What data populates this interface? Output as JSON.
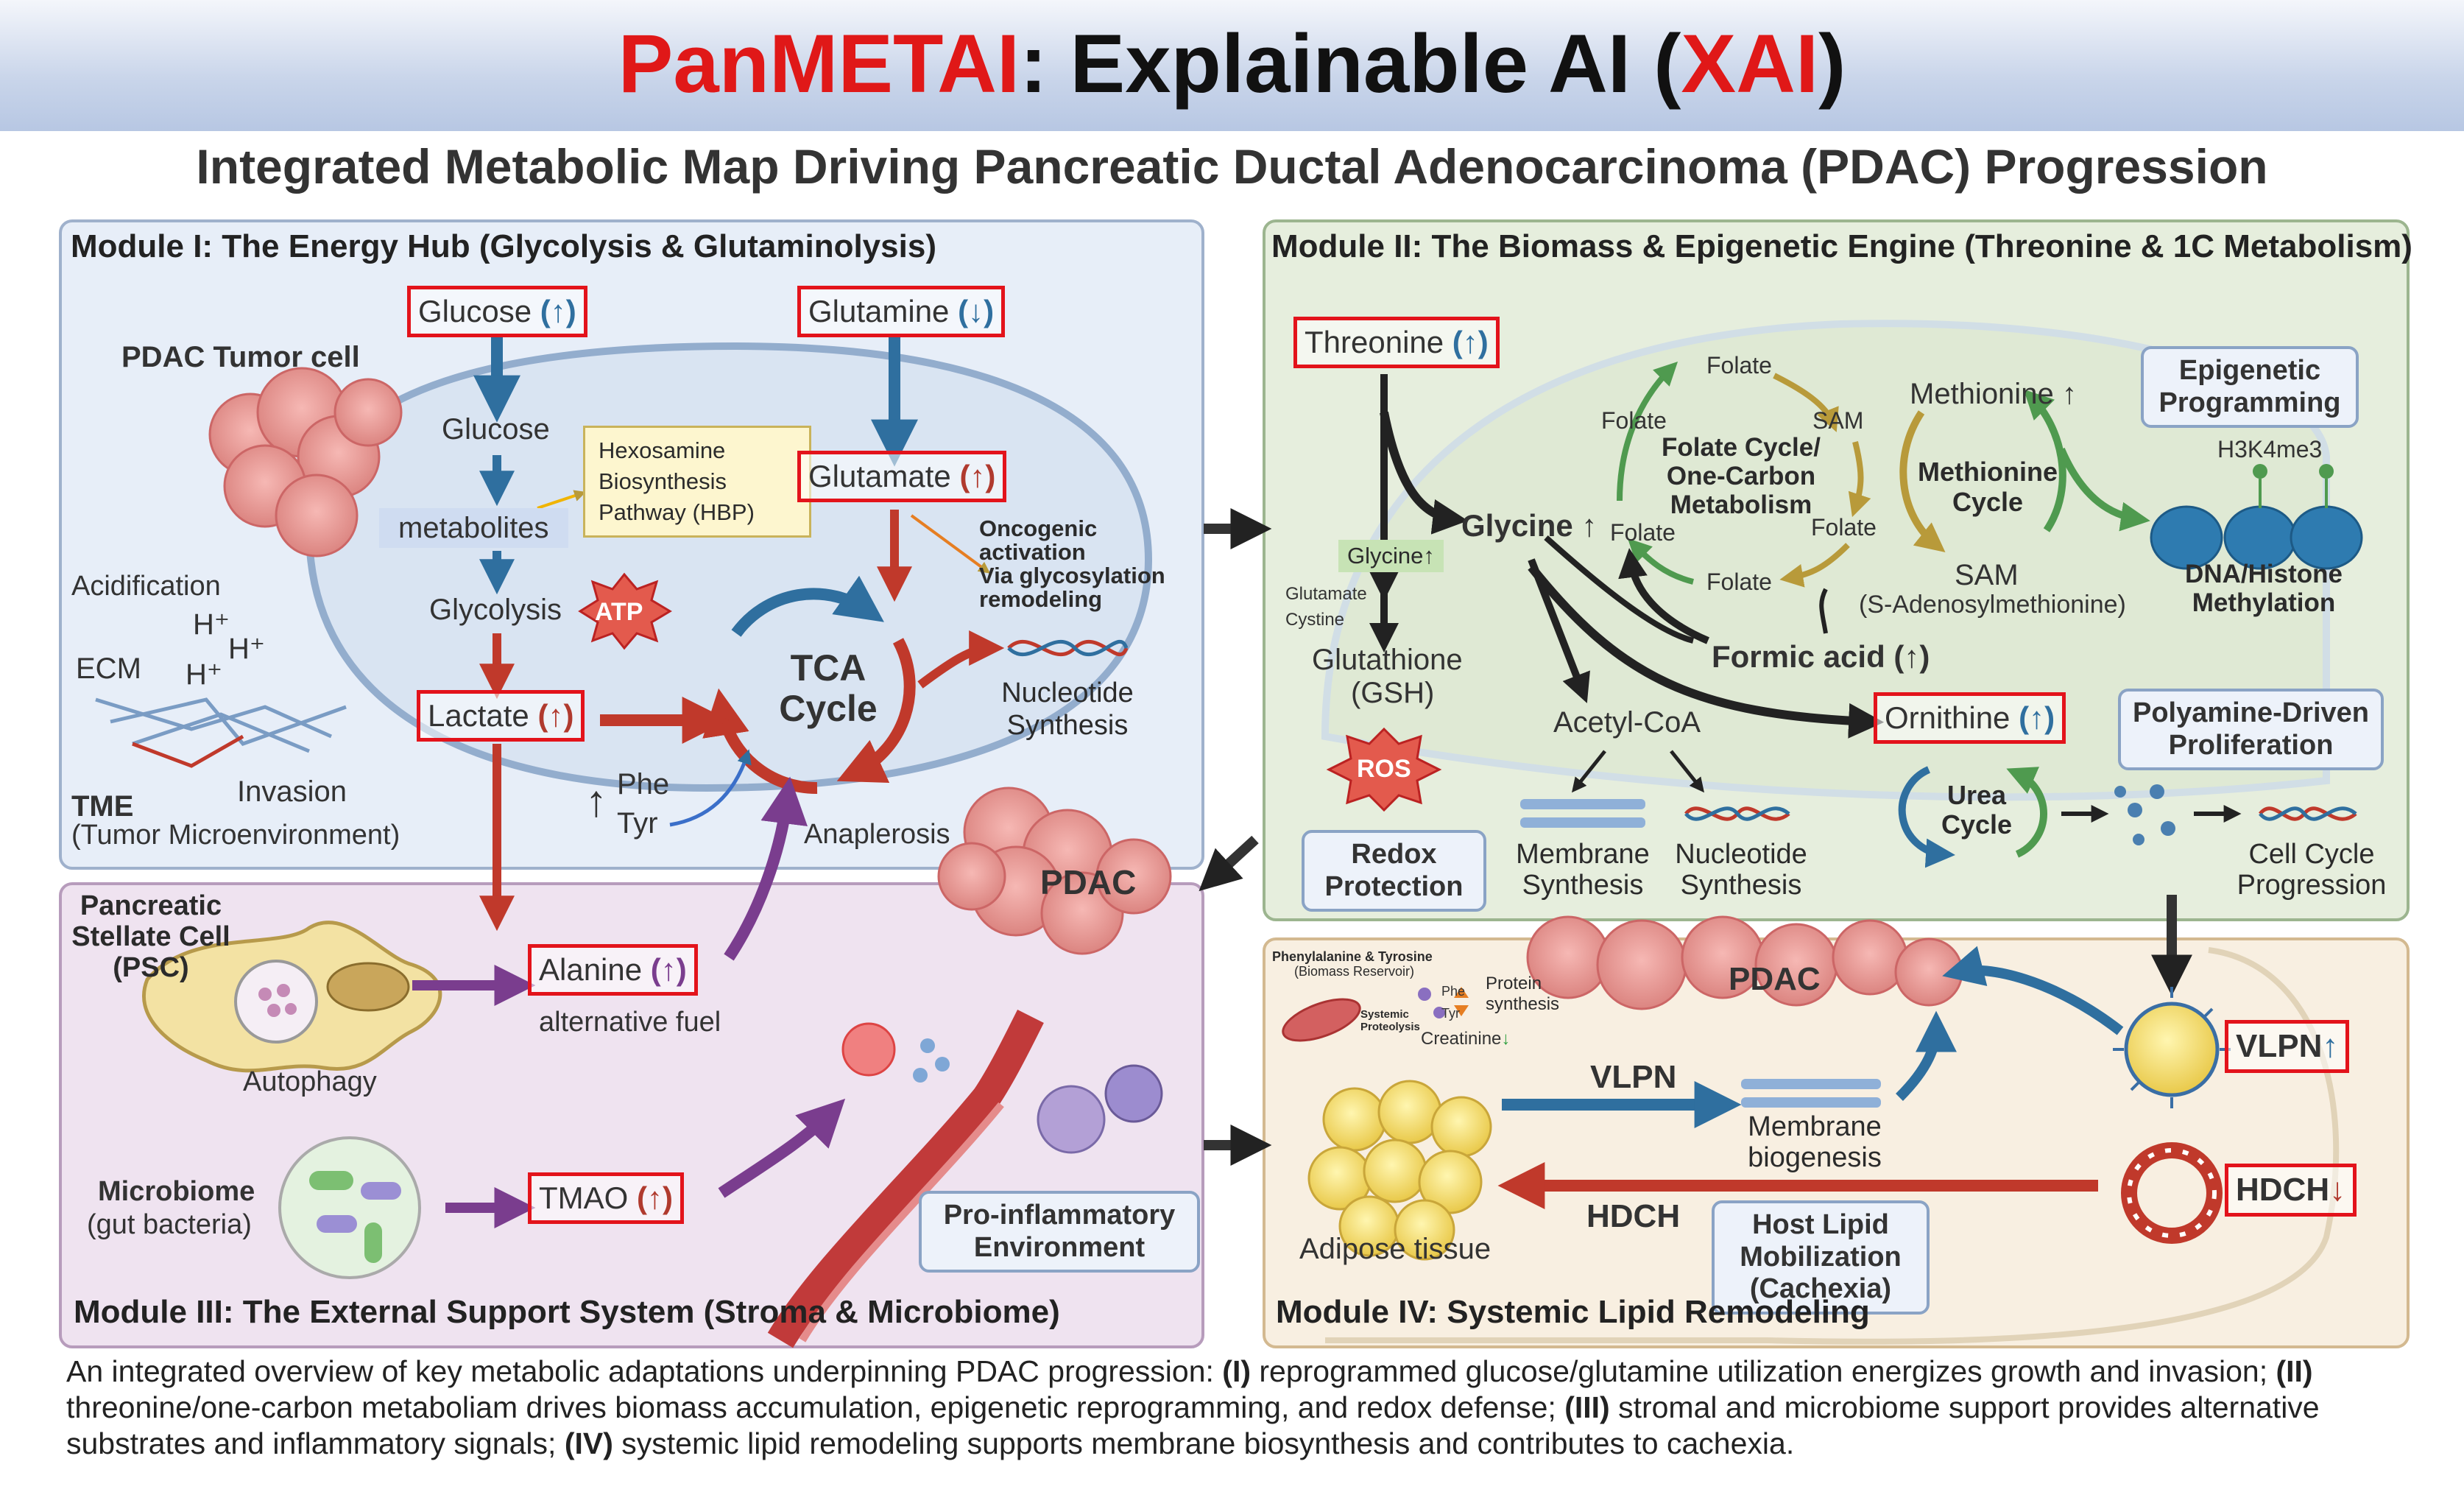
{
  "header": {
    "title_brand": "PanMETAI",
    "title_colon": ": Explainable AI (",
    "title_xai": "XAI",
    "title_close": ")",
    "subtitle": "Integrated Metabolic Map Driving Pancreatic Ductal Adenocarcinoma (PDAC) Progression"
  },
  "module1": {
    "title": "Module I: The Energy Hub (Glycolysis & Glutaminolysis)",
    "tumor_cell": "PDAC Tumor cell",
    "glucose_box": "Glucose",
    "glucose_arrow": "(↑)",
    "glutamine_box": "Glutamine",
    "glutamine_arrow": "(↓)",
    "glucose": "Glucose",
    "metabolites": "metabolites",
    "hbp_line1": "Hexosamine",
    "hbp_line2": "Biosynthesis",
    "hbp_line3": "Pathway (HBP)",
    "glutamate_box": "Glutamate",
    "glutamate_arrow": "(↑)",
    "oncogenic_line1": "Oncogenic",
    "oncogenic_line2": "activation",
    "oncogenic_line3": "Via glycosylation",
    "oncogenic_line4": "remodeling",
    "acidification": "Acidification",
    "h1": "H⁺",
    "h2": "H⁺",
    "h3": "H⁺",
    "ecm": "ECM",
    "glycolysis": "Glycolysis",
    "atp": "ATP",
    "tca_line1": "TCA",
    "tca_line2": "Cycle",
    "nucleotide_line1": "Nucleotide",
    "nucleotide_line2": "Synthesis",
    "lactate_box": "Lactate",
    "lactate_arrow": "(↑)",
    "invasion": "Invasion",
    "phe": "Phe",
    "tyr": "Tyr",
    "up_arrow": "↑",
    "tme": "TME",
    "tme_full": "(Tumor Microenvironment)",
    "anaplerosis": "Anaplerosis"
  },
  "module2": {
    "title": "Module II: The Biomass & Epigenetic Engine (Threonine & 1C Metabolism)",
    "threonine_box": "Threonine",
    "threonine_arrow": "(↑)",
    "folate_top": "Folate",
    "folate_left": "Folate",
    "sam_top": "SAM",
    "folate_cycle_line1": "Folate Cycle/",
    "folate_cycle_line2": "One-Carbon",
    "folate_cycle_line3": "Metabolism",
    "folate_right": "Folate",
    "folate_bl": "Folate",
    "folate_bottom": "Folate",
    "methionine": "Methionine",
    "methionine_arrow": "↑",
    "methionine_cycle_line1": "Methionine",
    "methionine_cycle_line2": "Cycle",
    "sam": "SAM",
    "sam_full": "(S-Adenosylmethionine)",
    "epigenetic_line1": "Epigenetic",
    "epigenetic_line2": "Programming",
    "h3k4me3": "H3K4me3",
    "dna_line1": "DNA/Histone",
    "dna_line2": "Methylation",
    "glycine": "Glycine",
    "glycine_arrow": "↑",
    "glycine_small": "Glycine",
    "glycine_small_arrow": "↑",
    "glutamate_small": "Glutamate",
    "cystine_small": "Cystine",
    "glutathione": "Glutathione",
    "gsh": "(GSH)",
    "ros": "ROS",
    "formic_acid": "Formic acid",
    "formic_arrow": "(↑)",
    "acetyl_coa": "Acetyl-CoA",
    "ornithine_box": "Ornithine",
    "ornithine_arrow": "(↑)",
    "polyamine_line1": "Polyamine-Driven",
    "polyamine_line2": "Proliferation",
    "urea_line1": "Urea",
    "urea_line2": "Cycle",
    "redox_line1": "Redox",
    "redox_line2": "Protection",
    "membrane_line1": "Membrane",
    "membrane_line2": "Synthesis",
    "nucleotide_line1": "Nucleotide",
    "nucleotide_line2": "Synthesis",
    "cellcycle_line1": "Cell Cycle",
    "cellcycle_line2": "Progression"
  },
  "module3": {
    "title": "Module III: The External Support System (Stroma & Microbiome)",
    "psc_line1": "Pancreatic",
    "psc_line2": "Stellate Cell",
    "psc_line3": "(PSC)",
    "autophagy": "Autophagy",
    "alanine_box": "Alanine",
    "alanine_arrow": "(↑)",
    "alt_fuel": "alternative fuel",
    "pdac": "PDAC",
    "microbiome": "Microbiome",
    "gut": "(gut bacteria)",
    "tmao_box": "TMAO",
    "tmao_arrow": "(↑)",
    "proinfl_line1": "Pro-inflammatory",
    "proinfl_line2": "Environment"
  },
  "module4": {
    "title": "Module IV: Systemic Lipid Remodeling",
    "phe_tyr_line1": "Phenylalanine & Tyrosine",
    "phe_tyr_line2": "(Biomass Reservoir)",
    "systemic_line1": "Systemic",
    "systemic_line2": "Proteolysis",
    "phe": "Phe",
    "tyr": "Tyr",
    "protein_line1": "Protein",
    "protein_line2": "synthesis",
    "creatinine": "Creatinine",
    "creatinine_arrow": "↓",
    "pdac": "PDAC",
    "vlpn": "VLPN",
    "membrane_line1": "Membrane",
    "membrane_line2": "biogenesis",
    "vlpn_box": "VLPN",
    "vlpn_arrow": "↑",
    "hdch": "HDCH",
    "hdch_box": "HDCH",
    "hdch_arrow": "↓",
    "host_line1": "Host Lipid",
    "host_line2": "Mobilization",
    "host_line3": "(Cachexia)",
    "adipose": "Adipose tissue"
  },
  "caption": {
    "p1": "An integrated overview of key metabolic adaptations underpinning PDAC progression: ",
    "i": "(I)",
    "p2": " reprogrammed glucose/glutamine utilization energizes growth and invasion; ",
    "ii": "(II)",
    "p3": " threonine/one-carbon metaboliam drives biomass accumulation, epigenetic reprogramming, and redox defense; ",
    "iii": "(III)",
    "p4": " stromal and microbiome support provides alternative substrates and inflammatory signals; ",
    "iv": "(IV)",
    "p5": " systemic lipid remodeling supports membrane biosynthesis and contributes to cachexia."
  },
  "colors": {
    "accent_red": "#e01818",
    "box_red": "#e3131b",
    "arrow_blue": "#2f6f9f",
    "arrow_red": "#c0392b",
    "arrow_purple": "#7a3d8e",
    "arrow_olive": "#b89a3a"
  }
}
